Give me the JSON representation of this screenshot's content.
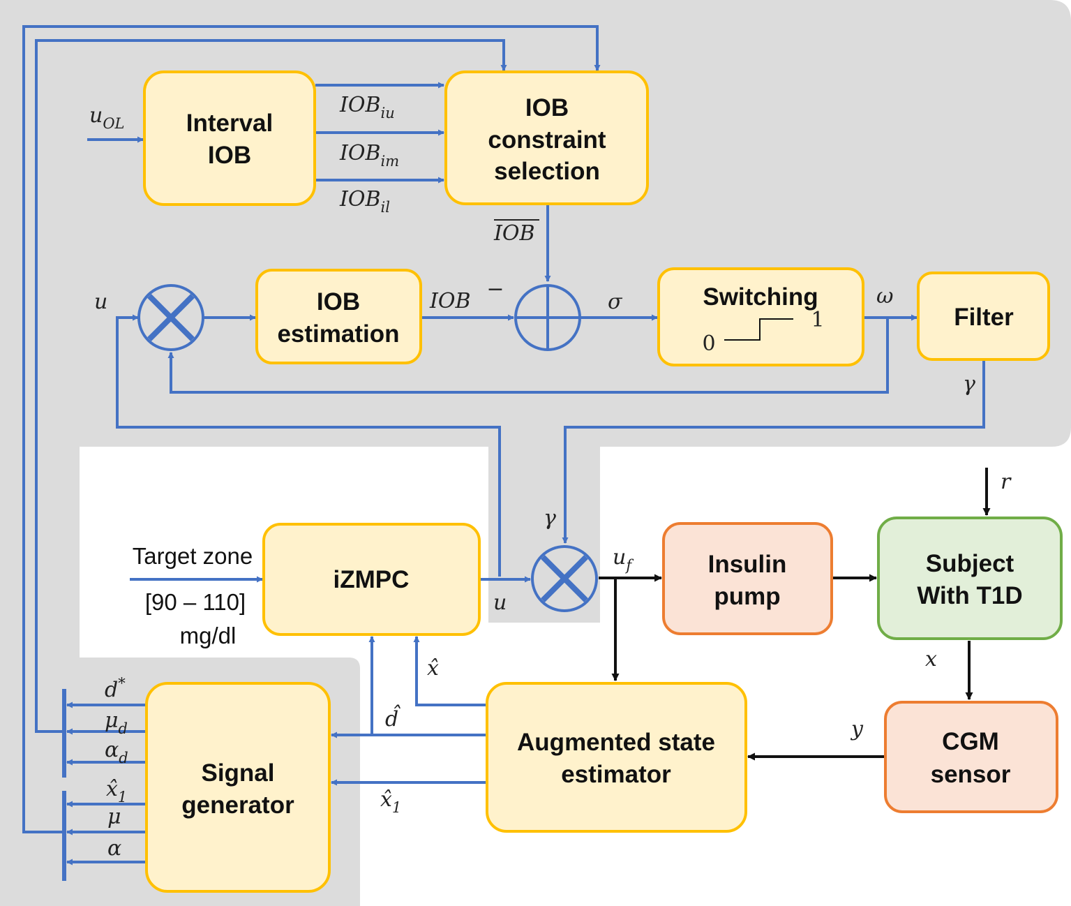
{
  "colors": {
    "panel": "#dcdcdc",
    "wire": "#4472c4",
    "wire_dark": "#111111",
    "block_fill": "#fff2cc",
    "block_border": "#ffc000",
    "pump_fill": "#fbe3d6",
    "pump_border": "#ed7d31",
    "subject_fill": "#e2efd9",
    "subject_border": "#70ad47"
  },
  "blocks": {
    "interval_iob": {
      "line1": "Interval",
      "line2": "IOB"
    },
    "iob_constraint": {
      "line1": "IOB",
      "line2": "constraint",
      "line3": "selection"
    },
    "iob_estimation": {
      "line1": "IOB",
      "line2": "estimation"
    },
    "switching": {
      "title": "Switching",
      "low": "0",
      "high": "1"
    },
    "filter": {
      "title": "Filter"
    },
    "izmpc": {
      "title": "iZMPC"
    },
    "insulin_pump": {
      "line1": "Insulin",
      "line2": "pump"
    },
    "subject": {
      "line1": "Subject",
      "line2": "With T1D"
    },
    "cgm": {
      "line1": "CGM",
      "line2": "sensor"
    },
    "estimator": {
      "line1": "Augmented state",
      "line2": "estimator"
    },
    "signal_gen": {
      "line1": "Signal",
      "line2": "generator"
    }
  },
  "target": {
    "line1": "Target zone",
    "line2": "[90 – 110]",
    "line3": "mg/dl"
  },
  "signals": {
    "u_ol": {
      "base": "u",
      "sub": "OL"
    },
    "iob_iu": {
      "base": "IOB",
      "sub": "iu"
    },
    "iob_im": {
      "base": "IOB",
      "sub": "im"
    },
    "iob_il": {
      "base": "IOB",
      "sub": "il"
    },
    "iob_bar": "IOB",
    "iob": "IOB",
    "iob_sign": "−",
    "u_top": "u",
    "sigma": "σ",
    "omega": "ω",
    "gamma_filter": "γ",
    "gamma_mult": "γ",
    "u_f": {
      "base": "u",
      "sub": "f"
    },
    "u_bottom": "u",
    "r": "r",
    "x": "x",
    "y": "y",
    "x_hat": "x̂",
    "d_hat": "d̂",
    "x1_hat": {
      "base": "x̂",
      "sub": "1"
    },
    "d_star": {
      "base": "d",
      "sup": "*"
    },
    "mu_d": {
      "base": "μ",
      "sub": "d"
    },
    "alpha_d": {
      "base": "α",
      "sub": "d"
    },
    "x1_hat_left": {
      "base": "x̂",
      "sub": "1"
    },
    "mu": "μ",
    "alpha": "α"
  }
}
